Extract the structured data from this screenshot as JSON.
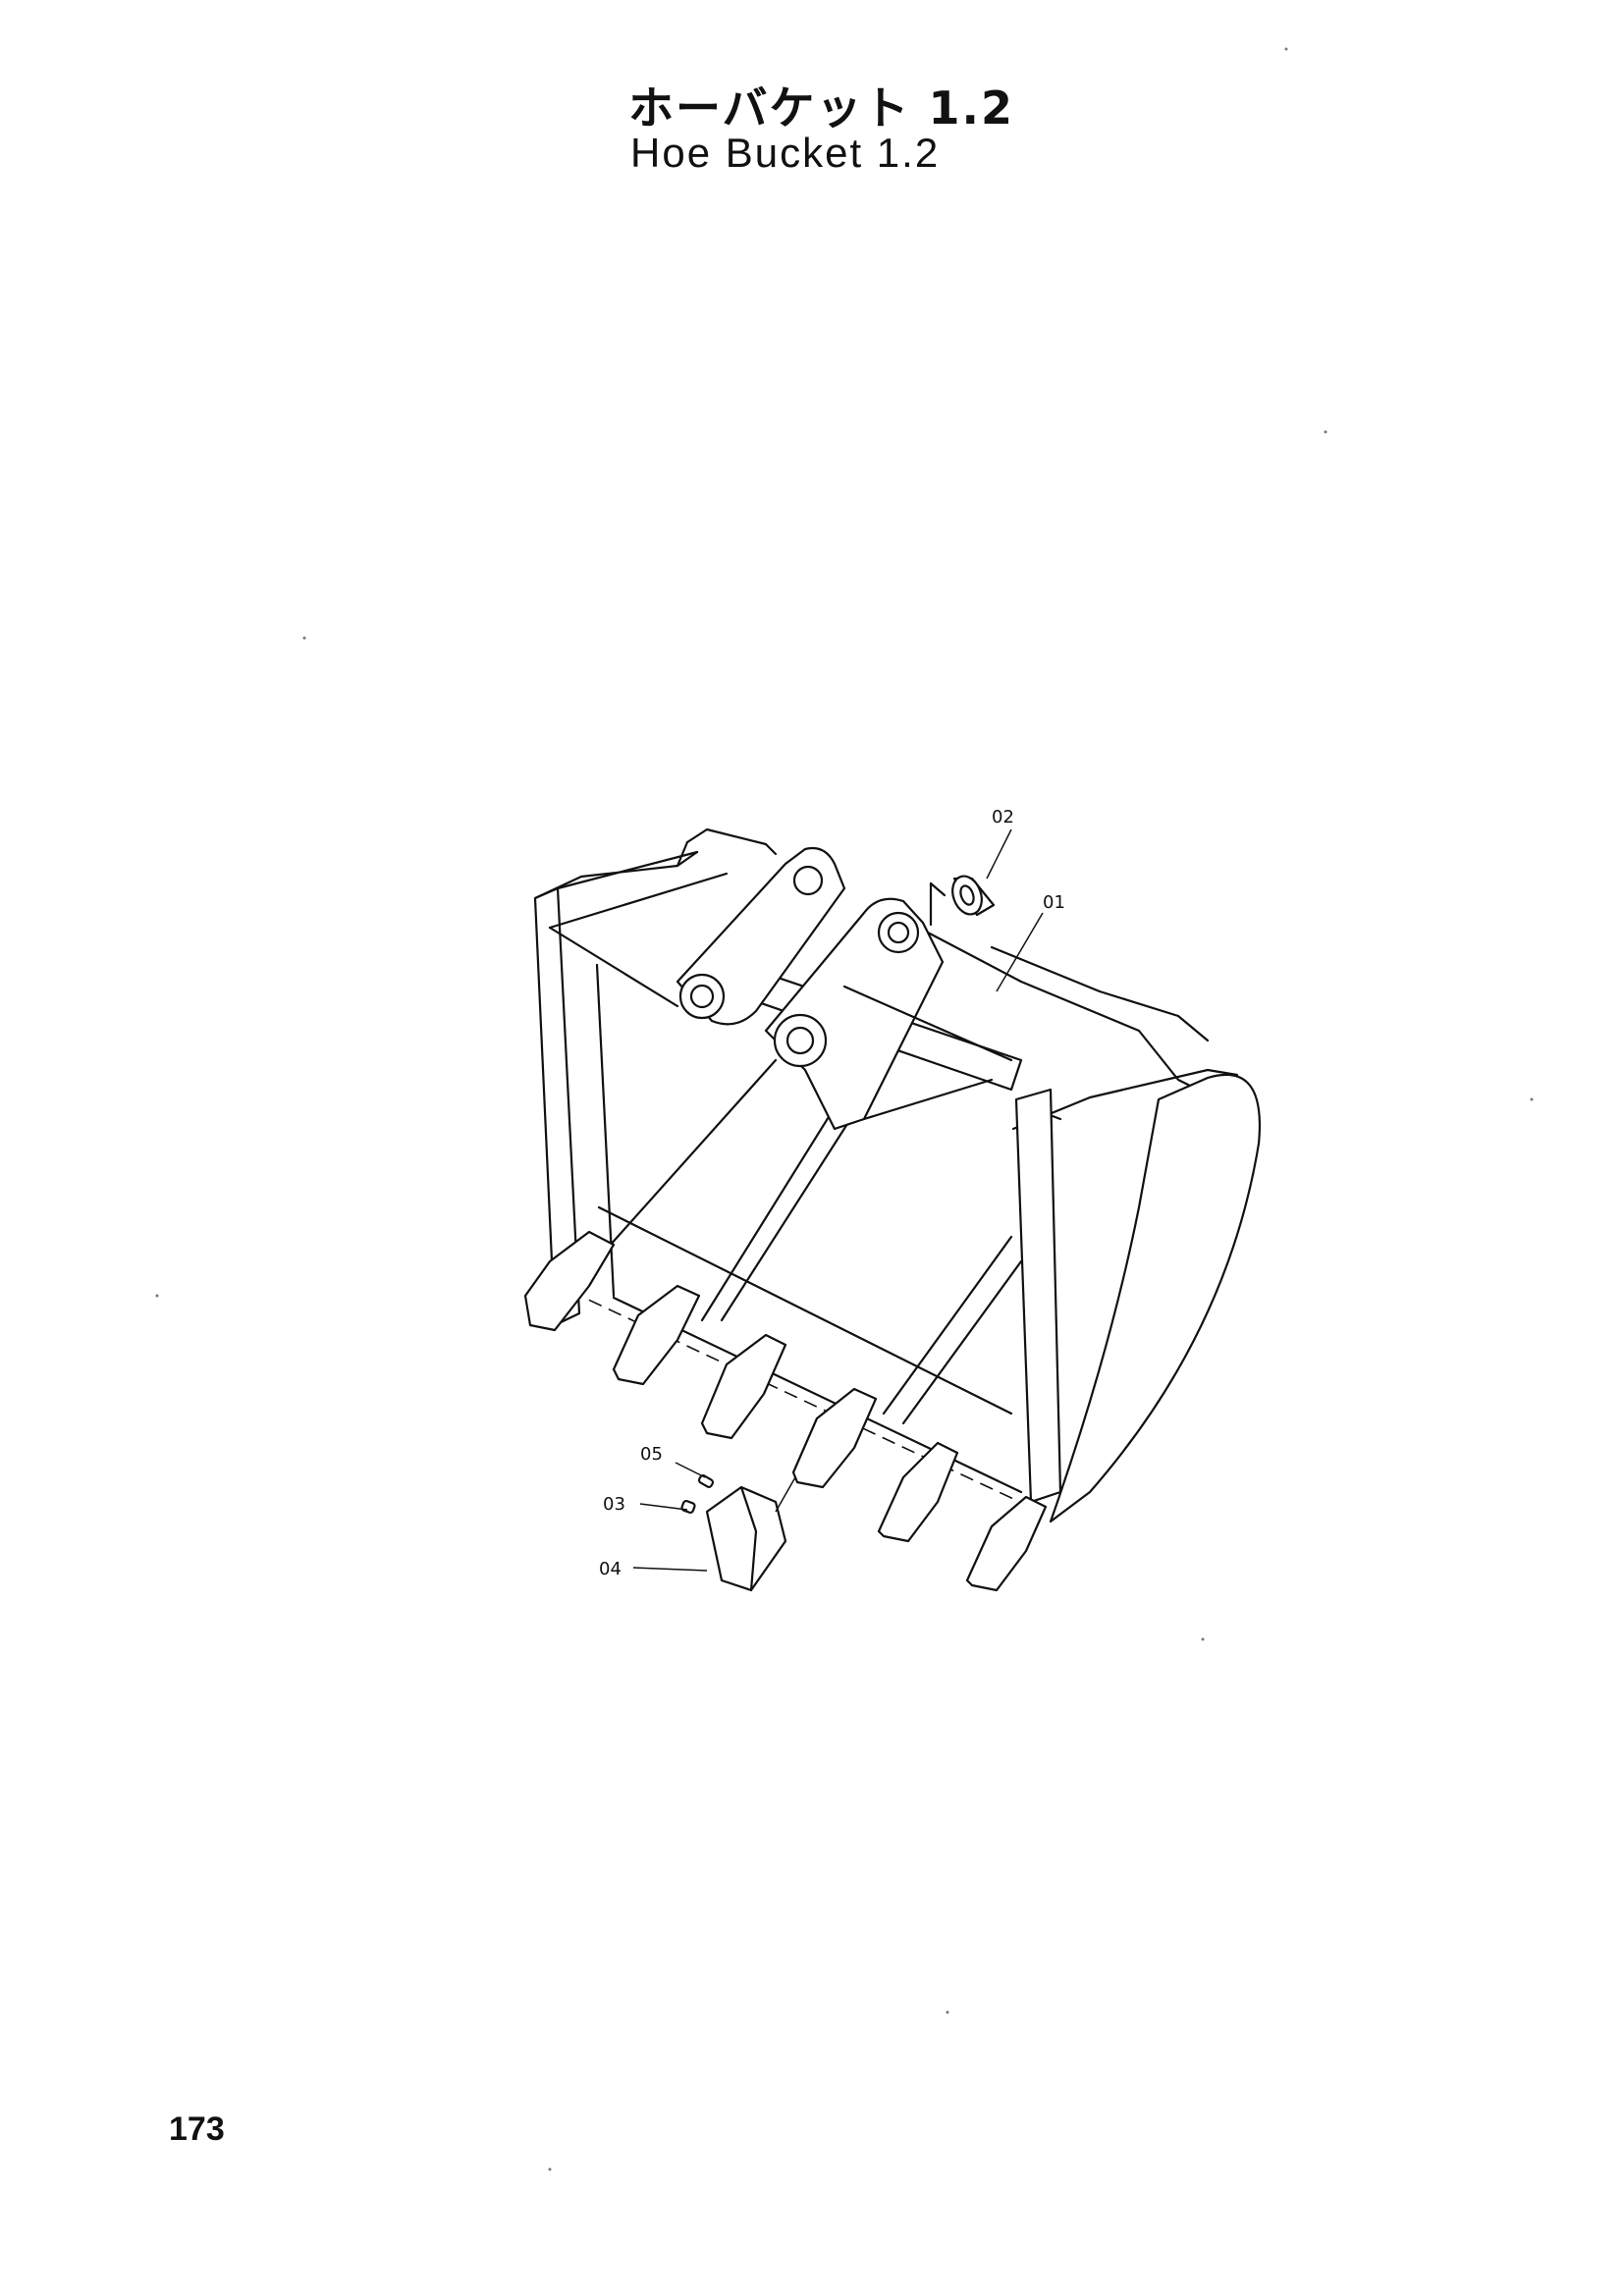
{
  "header": {
    "title_jp": "ホーバケット 1.2",
    "title_en": "Hoe Bucket 1.2"
  },
  "callouts": [
    {
      "id": "01",
      "label": "01"
    },
    {
      "id": "02",
      "label": "02"
    },
    {
      "id": "03",
      "label": "03"
    },
    {
      "id": "04",
      "label": "04"
    },
    {
      "id": "05",
      "label": "05"
    }
  ],
  "footer": {
    "page_number": "173"
  }
}
